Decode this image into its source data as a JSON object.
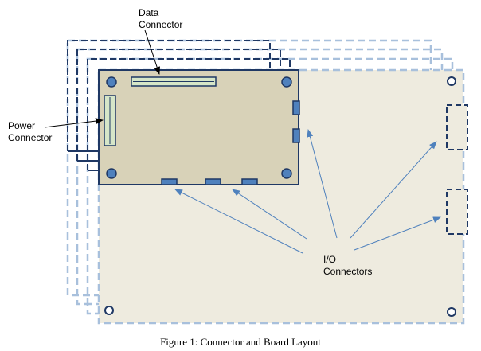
{
  "labels": {
    "data_connector": [
      "Data",
      "Connector"
    ],
    "power_connector": [
      "Power",
      "Connector"
    ],
    "io_connectors": [
      "I/O",
      "Connectors"
    ]
  },
  "caption": "Figure 1: Connector and Board Layout",
  "colors": {
    "dark_line": "#1f3864",
    "dashed_light": "#a8c0dc",
    "large_board_fill": "#eeebdf",
    "small_board_fill": "#d8d2b8",
    "connector_fill": "#4f81bd",
    "data_connector_fill": "#d6e6c8",
    "arrow_blue": "#4f81bd"
  }
}
